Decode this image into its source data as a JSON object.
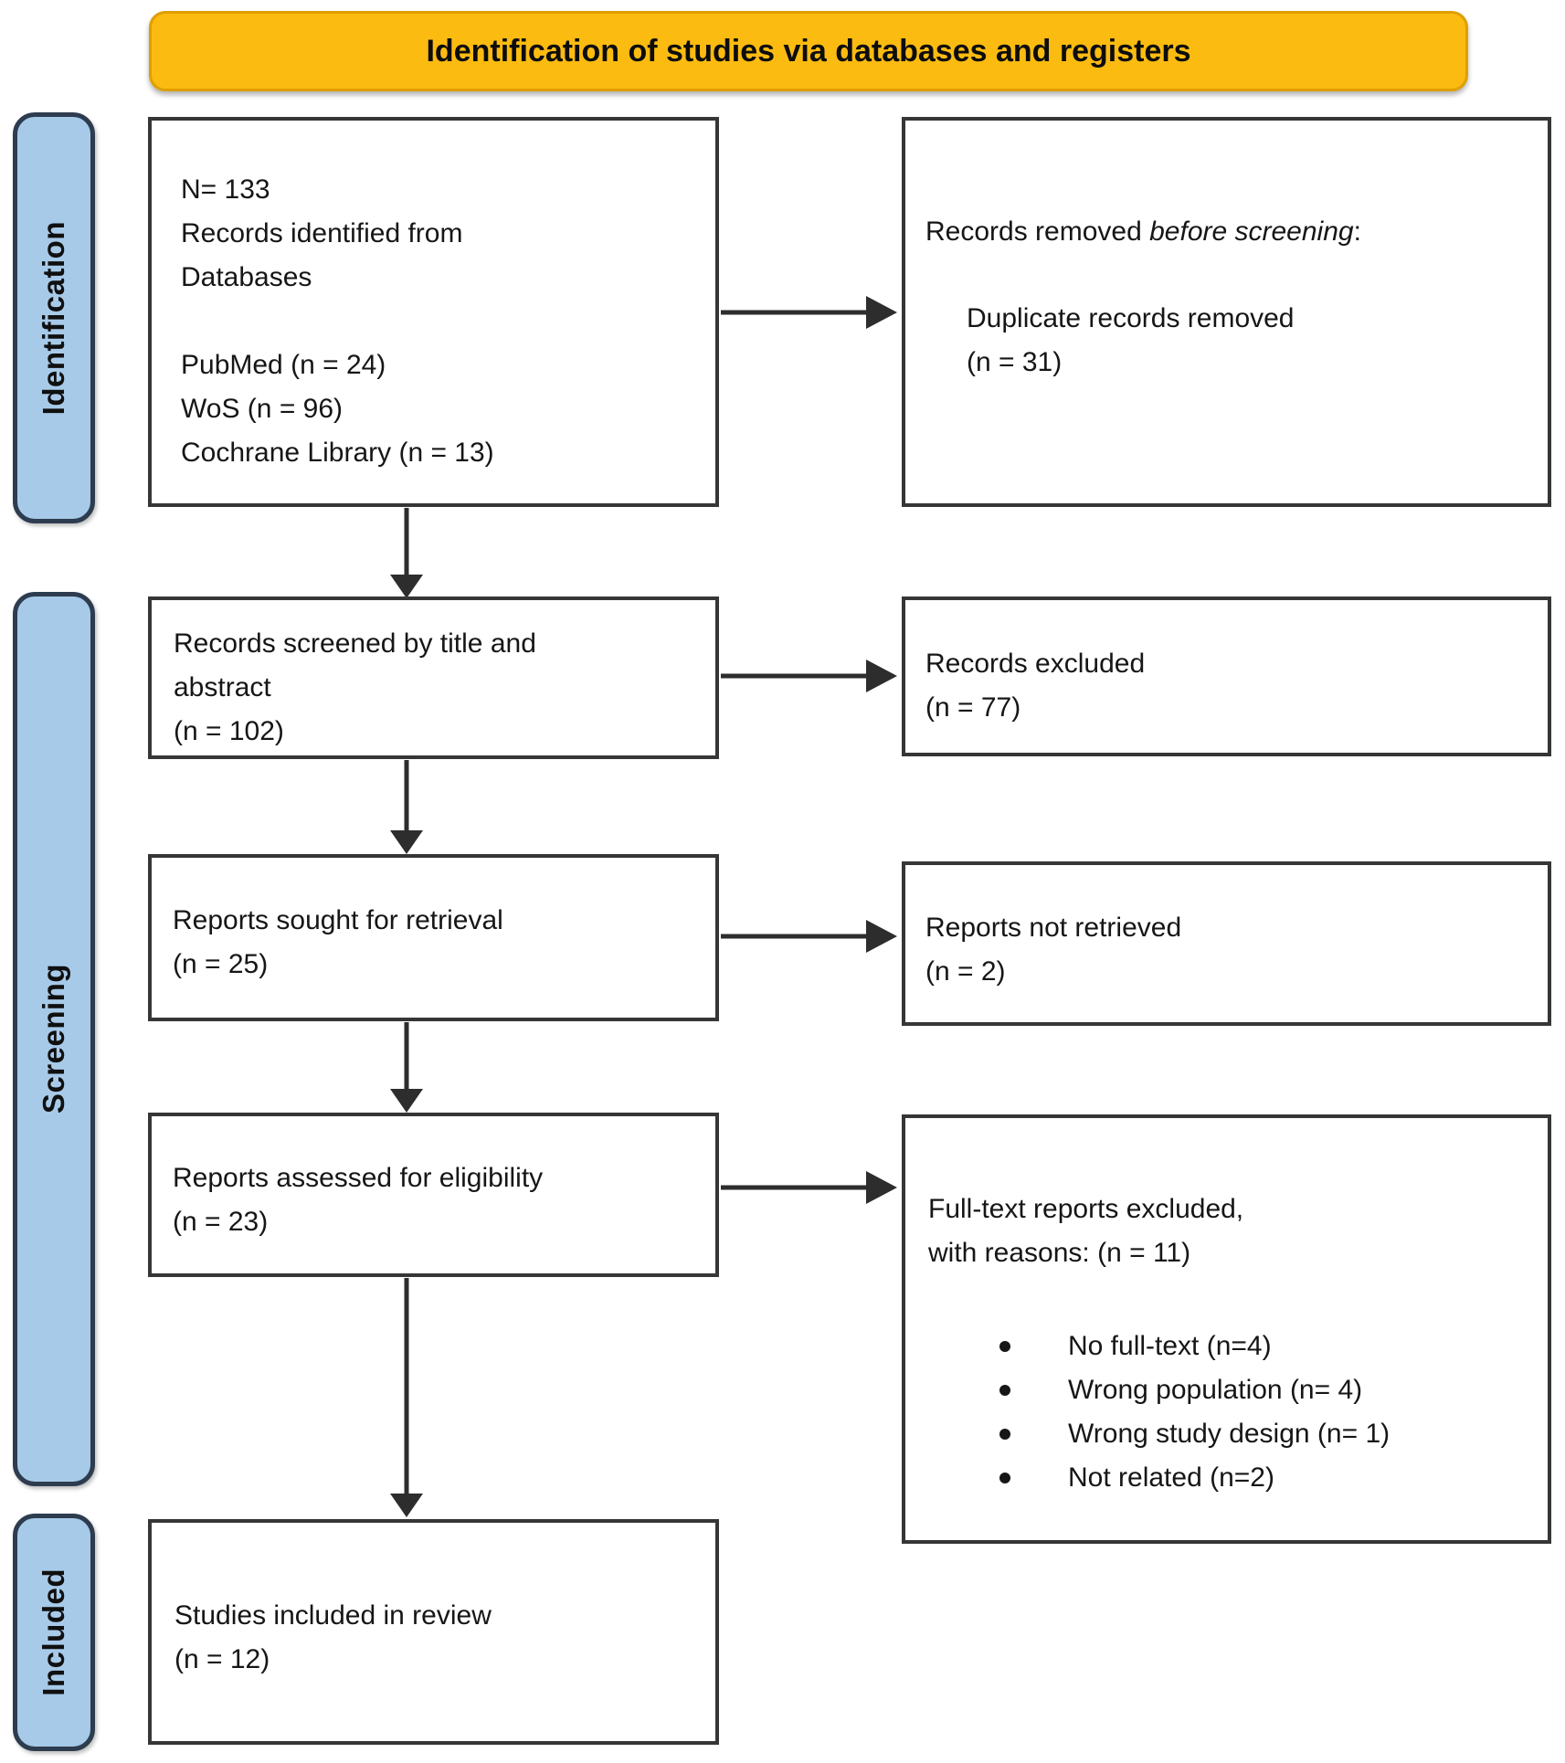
{
  "title": "Identification of studies via databases and registers",
  "colors": {
    "banner_bg": "#FBBB10",
    "stage_label_bg": "#A7CAE9",
    "box_border": "#363636",
    "arrow": "#2D2D2D"
  },
  "stages": {
    "identification": "Identification",
    "screening": "Screening",
    "included": "Included"
  },
  "boxes": {
    "records_identified": {
      "lines": [
        "N= 133",
        "Records identified from",
        "Databases",
        "",
        "PubMed (n = 24)",
        "WoS (n = 96)",
        "Cochrane Library (n = 13)"
      ]
    },
    "records_removed": {
      "prefix": "Records removed ",
      "italic": "before screening",
      "suffix": ":",
      "detail_line1": "Duplicate records removed",
      "detail_line2": "(n = 31)"
    },
    "records_screened": {
      "lines": [
        "Records screened by title and",
        "abstract",
        "(n = 102)"
      ]
    },
    "records_excluded": {
      "lines": [
        "Records excluded",
        "(n = 77)"
      ]
    },
    "reports_sought": {
      "lines": [
        "Reports sought for retrieval",
        "(n = 25)"
      ]
    },
    "reports_not_retrieved": {
      "lines": [
        "Reports not retrieved",
        "(n = 2)"
      ]
    },
    "reports_assessed": {
      "lines": [
        "Reports assessed for eligibility",
        "(n = 23)"
      ]
    },
    "fulltext_excluded": {
      "header_line1": "Full-text reports excluded,",
      "header_line2": "with reasons: (n = 11)",
      "items": [
        "No full-text (n=4)",
        "Wrong population (n= 4)",
        "Wrong study design (n= 1)",
        "Not related (n=2)"
      ]
    },
    "studies_included": {
      "lines": [
        "Studies included in review",
        "(n = 12)"
      ]
    }
  }
}
